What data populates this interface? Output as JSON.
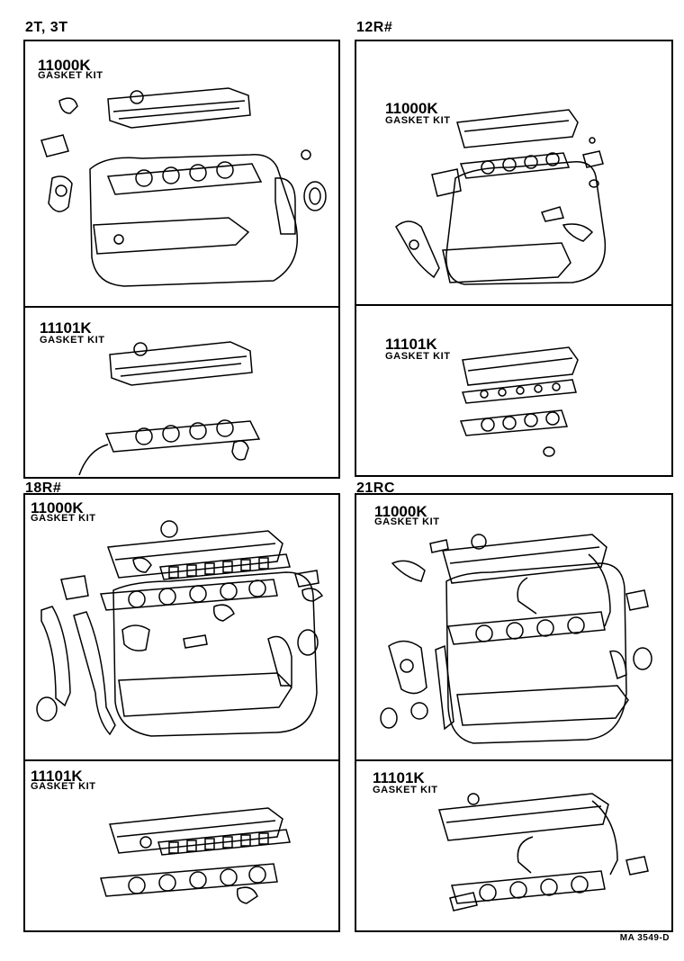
{
  "sections": [
    {
      "engine": "2T, 3T",
      "kits": [
        {
          "part_no": "11000K",
          "name": "GASKET KIT"
        },
        {
          "part_no": "11101K",
          "name": "GASKET KIT"
        }
      ]
    },
    {
      "engine": "12R#",
      "kits": [
        {
          "part_no": "11000K",
          "name": "GASKET KIT"
        },
        {
          "part_no": "11101K",
          "name": "GASKET KIT"
        }
      ]
    },
    {
      "engine": "18R#",
      "kits": [
        {
          "part_no": "11000K",
          "name": "GASKET KIT"
        },
        {
          "part_no": "11101K",
          "name": "GASKET KIT"
        }
      ]
    },
    {
      "engine": "21RC",
      "kits": [
        {
          "part_no": "11000K",
          "name": "GASKET KIT"
        },
        {
          "part_no": "11101K",
          "name": "GASKET KIT"
        }
      ]
    }
  ],
  "reference_code": "MA 3549-D"
}
